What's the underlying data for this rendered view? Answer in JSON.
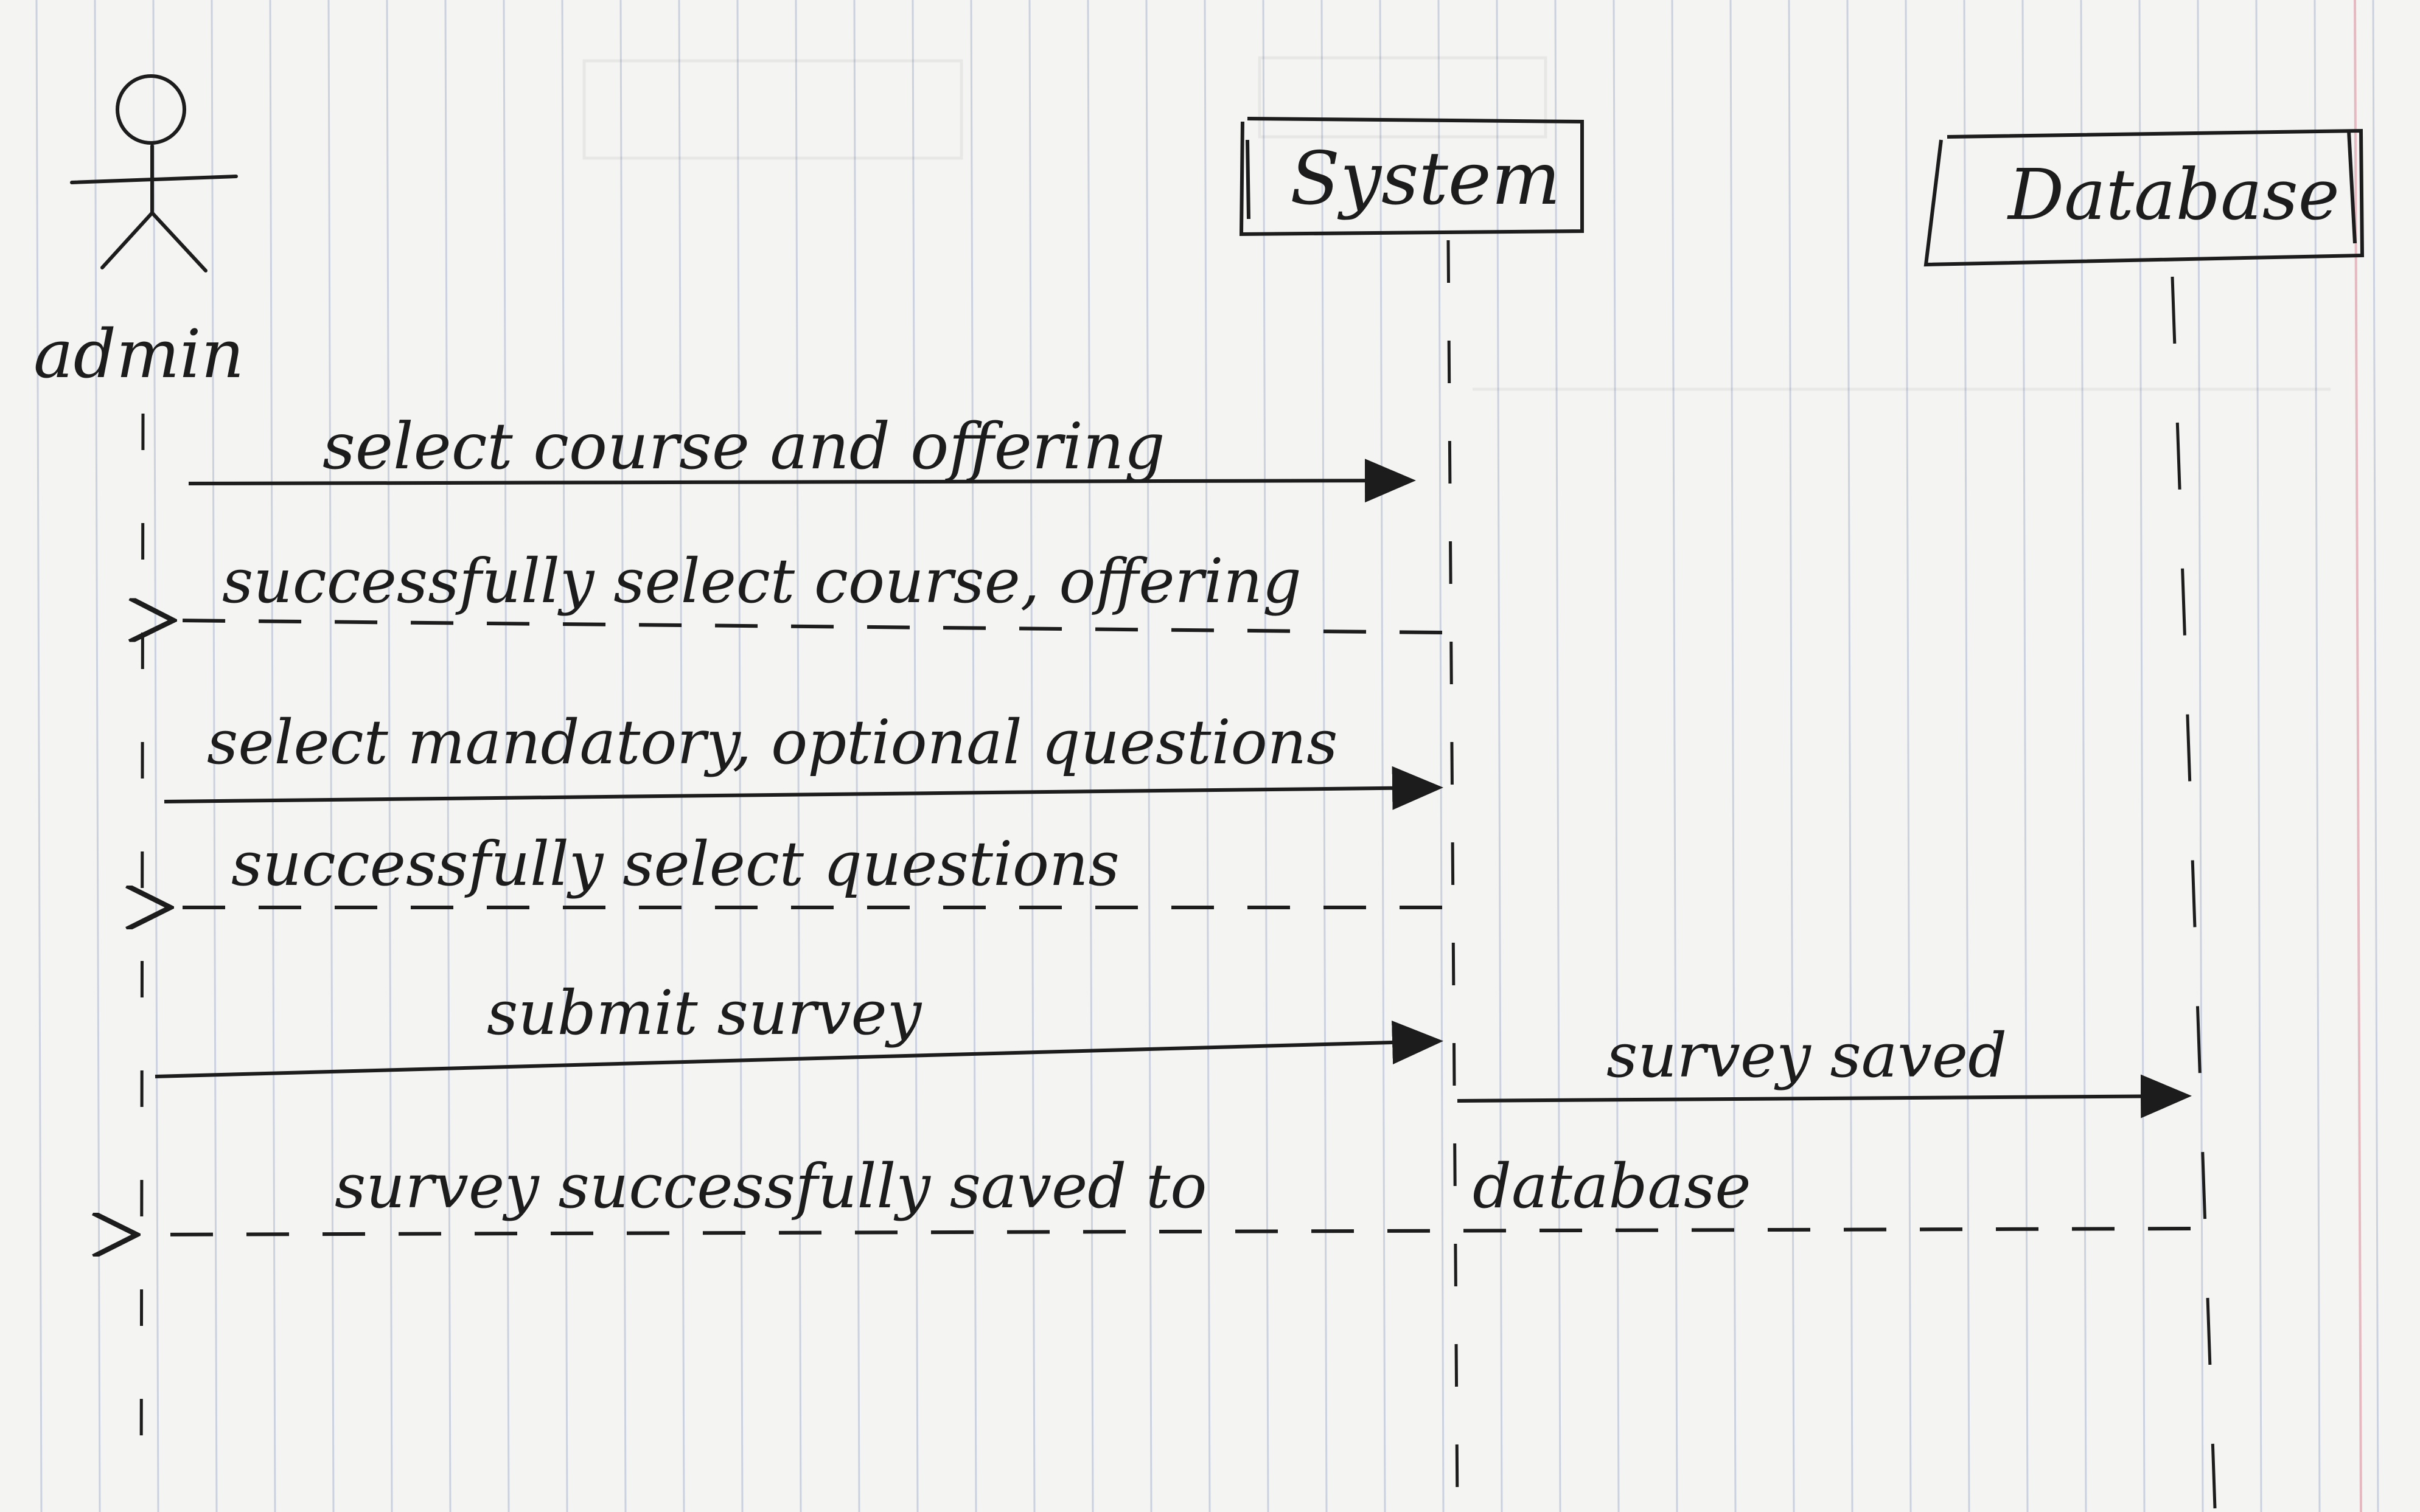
{
  "diagram": {
    "type": "sequence",
    "participants": [
      {
        "id": "admin",
        "label": "admin",
        "kind": "actor"
      },
      {
        "id": "system",
        "label": "System",
        "kind": "object"
      },
      {
        "id": "database",
        "label": "Database",
        "kind": "object"
      }
    ],
    "messages": [
      {
        "from": "admin",
        "to": "system",
        "label": "select course and offering",
        "style": "solid"
      },
      {
        "from": "system",
        "to": "admin",
        "label": "successfully select course, offering",
        "style": "dashed"
      },
      {
        "from": "admin",
        "to": "system",
        "label": "select mandatory, optional questions",
        "style": "solid"
      },
      {
        "from": "system",
        "to": "admin",
        "label": "successfully select questions",
        "style": "dashed"
      },
      {
        "from": "admin",
        "to": "system",
        "label": "submit survey",
        "style": "solid"
      },
      {
        "from": "system",
        "to": "database",
        "label": "survey saved",
        "style": "solid"
      },
      {
        "from": "database",
        "to": "admin",
        "label_left": "survey successfully saved to",
        "label_right": "database",
        "style": "dashed"
      }
    ],
    "colors": {
      "ink": "#1c1c1c",
      "paper": "#f4f4f2",
      "rule_line": "#b9c2d6",
      "margin_line": "#e6b8c0"
    }
  }
}
